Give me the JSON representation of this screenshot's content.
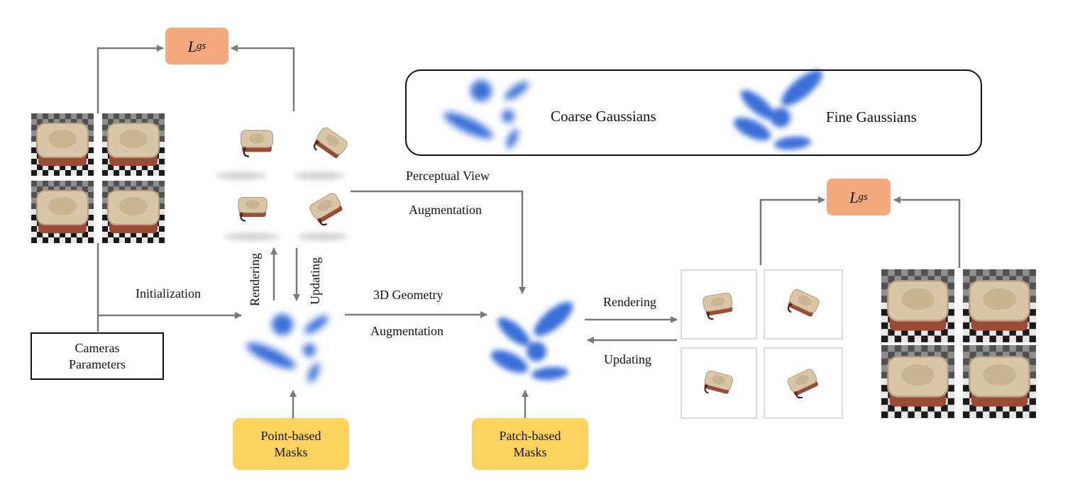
{
  "loss_label": {
    "main": "L",
    "sub": "gs"
  },
  "legend": {
    "coarse": "Coarse Gaussians",
    "fine": "Fine Gaussians"
  },
  "labels": {
    "perceptual_view_line1": "Perceptual View",
    "perceptual_view_line2": "Augmentation",
    "initialization": "Initialization",
    "rendering_vertical": "Rendering",
    "updating_vertical": "Updating",
    "geometry_line1": "3D Geometry",
    "geometry_line2": "Augmentation",
    "rendering_right": "Rendering",
    "updating_right": "Updating"
  },
  "boxes": {
    "cameras_line1": "Cameras",
    "cameras_line2": "Parameters",
    "point_masks_line1": "Point-based",
    "point_masks_line2": "Masks",
    "patch_masks_line1": "Patch-based",
    "patch_masks_line2": "Masks"
  },
  "colors": {
    "gaussian_blue": "#3a6fd8",
    "loss_box": "#f4a97f",
    "mask_box": "#fdd35f",
    "arrow": "#7a7a7a",
    "object_beige": "#d8c6a6",
    "object_handle": "#7a4030"
  }
}
